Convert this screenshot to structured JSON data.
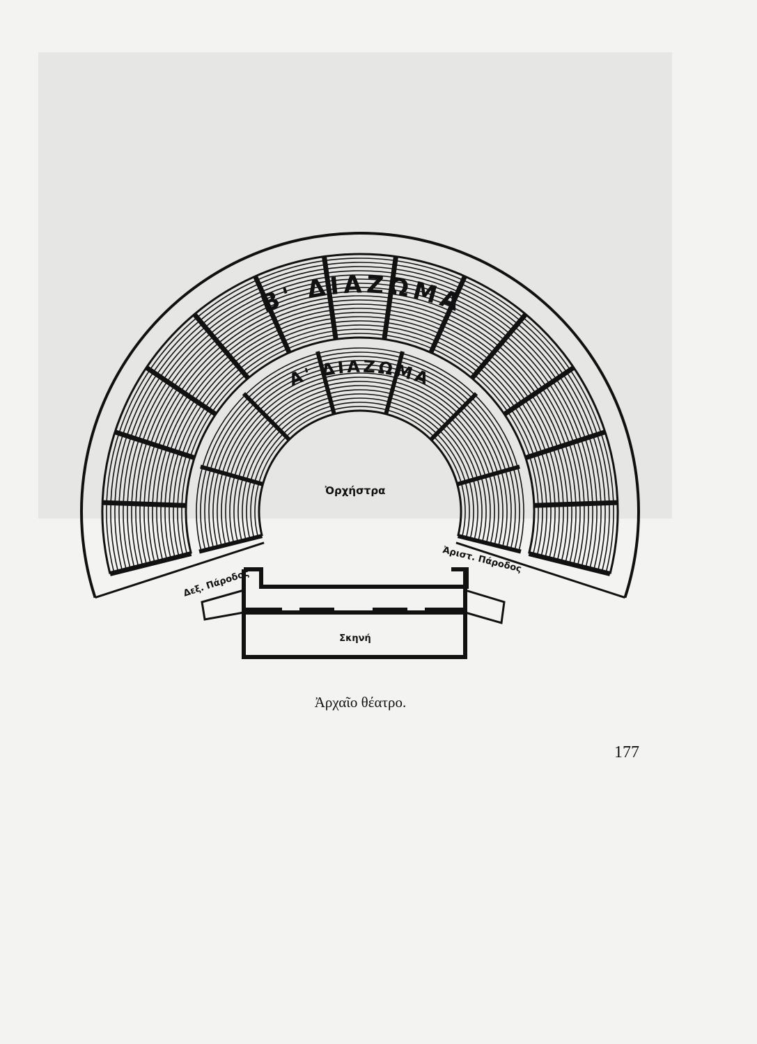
{
  "figure": {
    "labels": {
      "upper_diazoma": "Β' ΔΙΑΖΩΜΑ",
      "lower_diazoma": "Α' ΔΙΑΖΩΜΑ",
      "orchestra": "Ὀρχήστρα",
      "left_parodos": "Δεξ. Πάροδος",
      "right_parodos": "Ἀριστ. Πάροδος",
      "skene": "Σκηνή"
    },
    "caption": "Ἀρχαῖο θέατρο."
  },
  "page": {
    "number": "177"
  }
}
